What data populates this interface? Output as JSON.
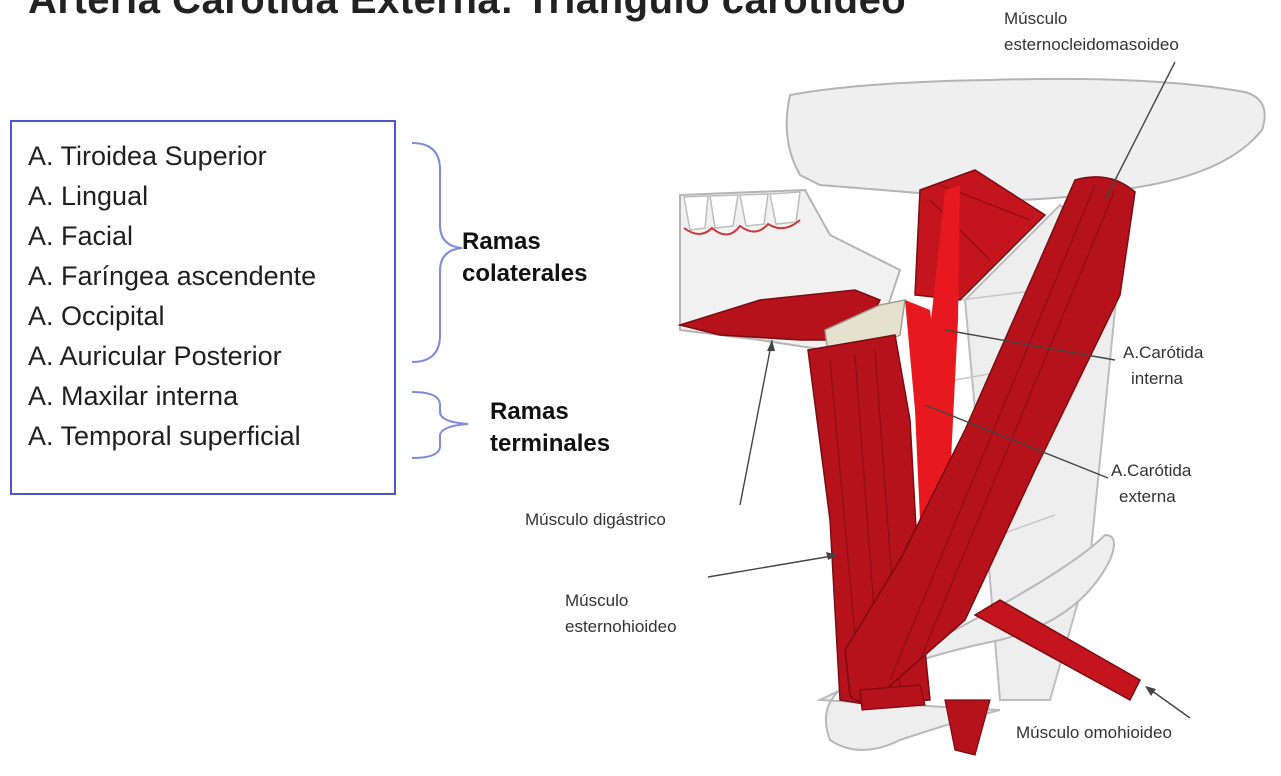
{
  "title": "Arteria  Carótida Externa: Triángulo carotídeo",
  "branches": [
    "A. Tiroidea Superior",
    "A. Lingual",
    "A. Facial",
    "A. Faríngea ascendente",
    "A. Occipital",
    "A. Auricular Posterior",
    "A. Maxilar interna",
    "A. Temporal superficial"
  ],
  "groups": {
    "colaterales": [
      "Ramas",
      "colaterales"
    ],
    "terminales": [
      "Ramas",
      "terminales"
    ]
  },
  "labels": {
    "esternocleido": [
      "Músculo",
      "esternocleidomasoideo"
    ],
    "carotida_interna": [
      "A.Carótida",
      "interna"
    ],
    "carotida_externa": [
      "A.Carótida",
      "externa"
    ],
    "digastrico": "Músculo  digástrico",
    "esternohioideo": [
      "Músculo",
      "esternohioideo"
    ],
    "omohioideo": "Músculo omohioideo"
  },
  "colors": {
    "box_border": "#4b56c8",
    "muscle": "#b5121b",
    "artery": "#e8191e",
    "bone": "#eeeeee"
  }
}
